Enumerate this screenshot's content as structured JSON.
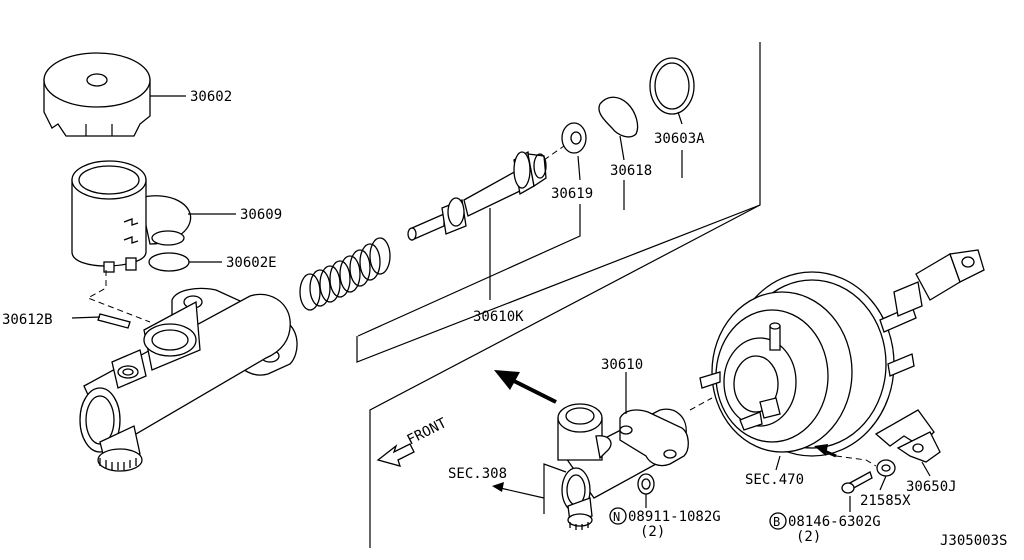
{
  "parts": {
    "p30602": "30602",
    "p30609": "30609",
    "p30602E": "30602E",
    "p30612B": "30612B",
    "p30610K": "30610K",
    "p30619": "30619",
    "p30618": "30618",
    "p30603A": "30603A",
    "p30610": "30610",
    "sec308": "SEC.308",
    "sec470": "SEC.470",
    "front": "FRONT",
    "p21585X": "21585X",
    "p30650J": "30650J",
    "n_code": "N",
    "n_part": "08911-1082G",
    "n_qty": "(2)",
    "b_code": "B",
    "b_part": "08146-6302G",
    "b_qty": "(2)",
    "figure_id": "J305003S"
  }
}
